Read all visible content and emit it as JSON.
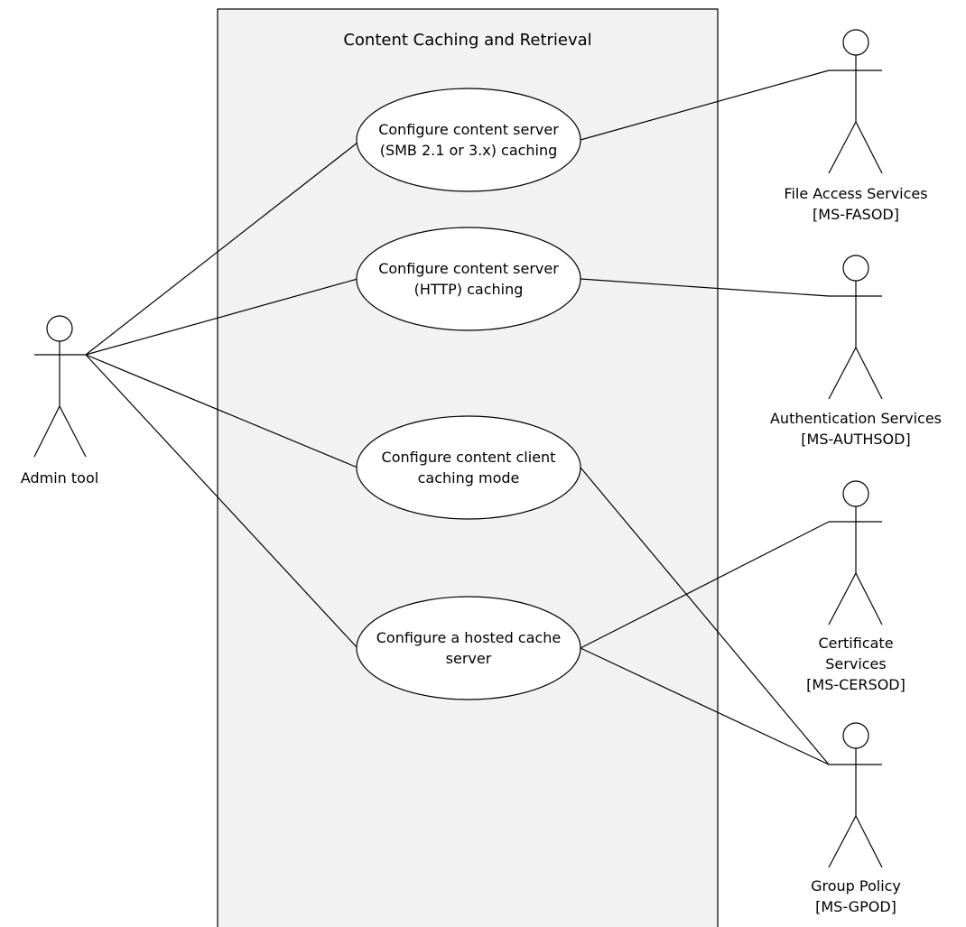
{
  "system": {
    "title": "Content Caching and Retrieval"
  },
  "use_cases": {
    "smb_caching": "Configure content server (SMB 2.1 or 3.x) caching",
    "http_caching": "Configure content server (HTTP) caching",
    "client_caching": "Configure content client caching mode",
    "hosted_cache": "Configure a hosted cache server"
  },
  "actors": {
    "admin_tool": "Admin tool",
    "file_access": "File Access Services\n[MS-FASOD]",
    "authentication": "Authentication Services\n[MS-AUTHSOD]",
    "certificate": "Certificate\nServices\n[MS-CERSOD]",
    "group_policy": "Group Policy\n[MS-GPOD]"
  },
  "colors": {
    "system_fill": "#f2f2f2",
    "stroke": "#000000",
    "background": "#ffffff"
  }
}
